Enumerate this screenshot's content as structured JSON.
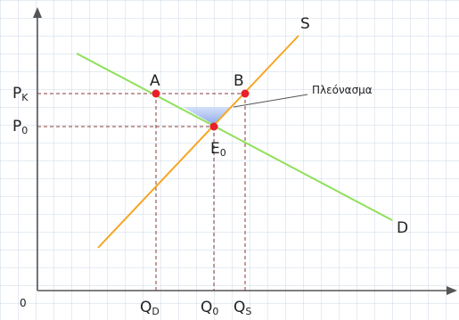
{
  "diagram": {
    "supply_label": "S",
    "demand_label": "D",
    "origin_label": "0",
    "price_ceiling": {
      "main": "P",
      "sub": "K"
    },
    "equilibrium_price": {
      "main": "P",
      "sub": "0"
    },
    "point_a": "A",
    "point_b": "B",
    "equilibrium_point": {
      "main": "E",
      "sub": "0"
    },
    "qty_demanded": {
      "main": "Q",
      "sub": "D"
    },
    "qty_equilibrium": {
      "main": "Q",
      "sub": "0"
    },
    "qty_supplied": {
      "main": "Q",
      "sub": "S"
    },
    "surplus_annotation": "Πλεόνασμα",
    "colors": {
      "axes": "#555555",
      "supply": "#f5a623",
      "demand": "#8fe05a",
      "points": "#e8202a",
      "dashed": "#8b3a3a",
      "surplus_fill": "#7f9fe8"
    }
  }
}
